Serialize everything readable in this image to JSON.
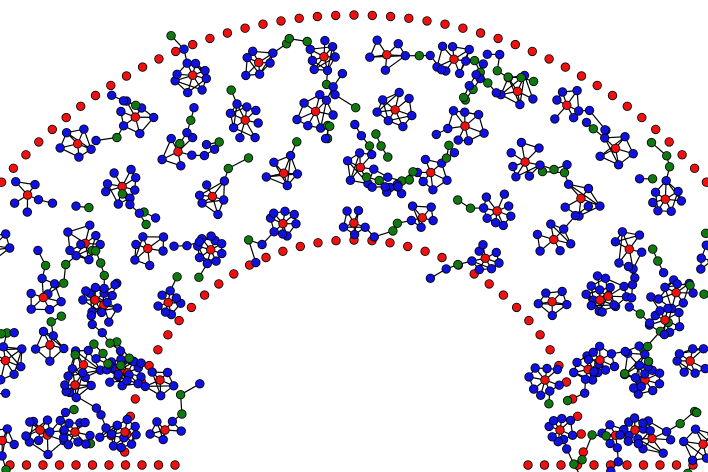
{
  "diagram": {
    "type": "network-graph",
    "shape": "semicircular-arch",
    "node_colors": {
      "red": "#ee1111",
      "blue": "#1111dd",
      "green": "#117711"
    },
    "edge_color": "#000000",
    "background": "#ffffff",
    "boundary_node_color": "red",
    "cluster_hub_color": "red",
    "cluster_member_color": "blue",
    "chain_node_color": "green"
  }
}
